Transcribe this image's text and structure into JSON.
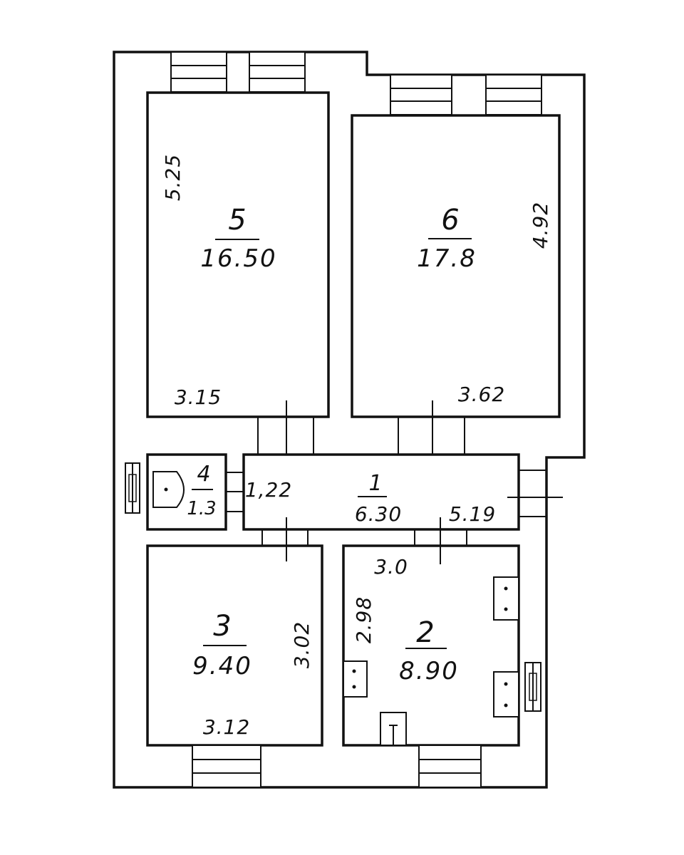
{
  "rooms": {
    "r1": {
      "number": "1",
      "area": "6.30",
      "dim_width": "5.19",
      "dim_height": "1,22"
    },
    "r2": {
      "number": "2",
      "area": "8.90",
      "dim_width": "3.0",
      "dim_height": "2.98"
    },
    "r3": {
      "number": "3",
      "area": "9.40",
      "dim_width": "3.12",
      "dim_height": "3.02"
    },
    "r4": {
      "number": "4",
      "area": "1.3"
    },
    "r5": {
      "number": "5",
      "area": "16.50",
      "dim_width": "3.15",
      "dim_height": "5.25"
    },
    "r6": {
      "number": "6",
      "area": "17.8",
      "dim_width": "3.62",
      "dim_height": "4.92"
    }
  }
}
